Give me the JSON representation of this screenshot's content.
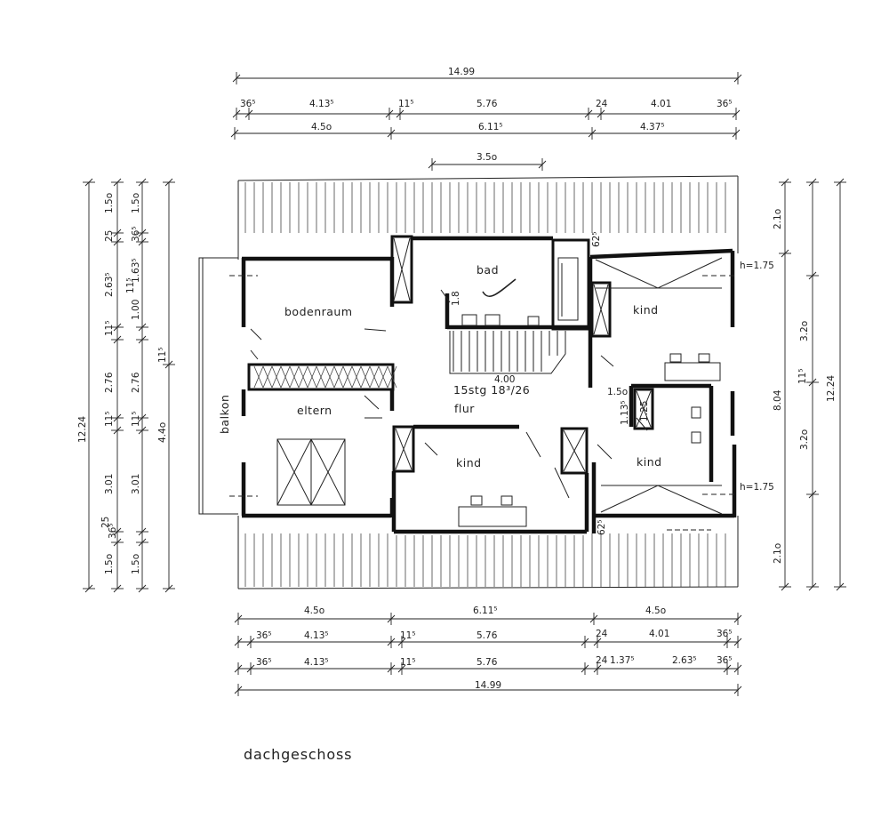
{
  "plan": {
    "title": "dachgeschoss",
    "rooms": {
      "bad": "bad",
      "bodenraum": "bodenraum",
      "kind_ne": "kind",
      "balkon": "balkon",
      "eltern": "eltern",
      "flur": "flur",
      "kind_s": "kind",
      "kind_se": "kind"
    },
    "stair": {
      "length": "4.00",
      "steps": "15stg 18³/26",
      "height_mark": "1.8"
    },
    "notes": {
      "h1": "h=1.75",
      "h2": "h=1.75",
      "d15": "1.5o",
      "d1135": "1.13⁵",
      "d125": "1.25"
    },
    "dims_top": {
      "total": "14.99",
      "r1_a": "36⁵",
      "r1_b": "4.13⁵",
      "r1_c": "11⁵",
      "r1_d": "5.76",
      "r1_e": "24",
      "r1_f": "4.01",
      "r1_g": "36⁵",
      "r2_a": "4.5o",
      "r2_b": "6.11⁵",
      "r2_c": "4.37⁵",
      "r3": "3.5o"
    },
    "dims_bottom": {
      "r1_a": "4.5o",
      "r1_b": "6.11⁵",
      "r1_c": "4.5o",
      "r2_a": "36⁵",
      "r2_b": "4.13⁵",
      "r2_c": "11⁵",
      "r2_d": "5.76",
      "r2_e": "24",
      "r2_f": "4.01",
      "r2_g": "36⁵",
      "r3_a": "36⁵",
      "r3_b": "4.13⁵",
      "r3_c": "11⁵",
      "r3_d": "5.76",
      "r3_e": "24",
      "r3_f": "1.37⁵",
      "r3_g": "2.63⁵",
      "r3_h": "36⁵",
      "total": "14.99"
    },
    "dims_left": {
      "total": "12.24",
      "a1": "1.5o",
      "a2": "25",
      "a3": "2.63⁵",
      "a4": "11⁵",
      "a5": "2.76",
      "a6": "11⁵",
      "a7": "3.01",
      "a8": "25",
      "a9": "1.5o",
      "b1": "1.5o",
      "b2": "36⁵",
      "b3": "1.63⁵",
      "b4": "1.00",
      "b5": "11⁵",
      "b6": "2.76",
      "b7": "11⁵",
      "b8": "3.01",
      "b9": "36⁵",
      "b10": "1.5o",
      "c1": "11⁵",
      "c2": "4.4o"
    },
    "dims_right": {
      "a1": "2.1o",
      "a2": "3.2o",
      "a3": "3.2o",
      "a4": "2.1o",
      "b1": "8.04",
      "b2": "11⁵",
      "c1": "12.24",
      "p1": "62⁵",
      "p2": "62⁵"
    }
  }
}
